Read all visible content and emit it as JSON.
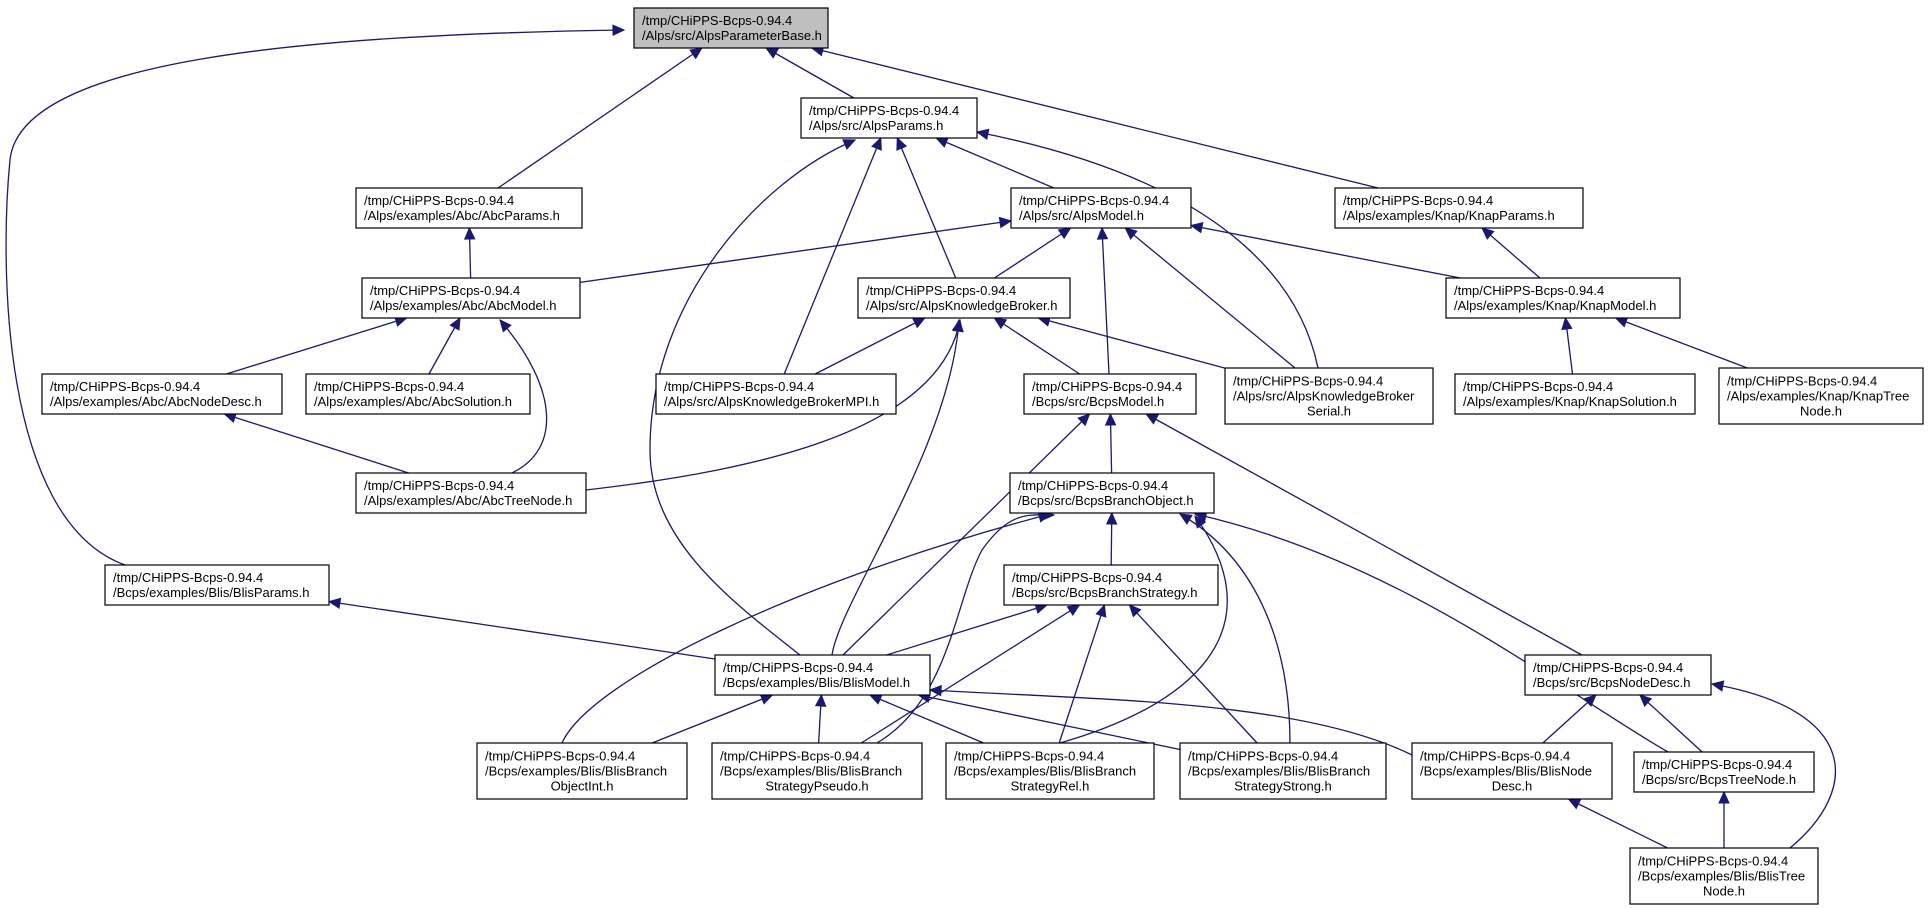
{
  "nodes": [
    {
      "id": "AlpsParameterBase",
      "lines": [
        "/tmp/CHiPPS-Bcps-0.94.4",
        "/Alps/src/AlpsParameterBase.h"
      ],
      "root": true
    },
    {
      "id": "AlpsParams",
      "lines": [
        "/tmp/CHiPPS-Bcps-0.94.4",
        "/Alps/src/AlpsParams.h"
      ]
    },
    {
      "id": "AbcParams",
      "lines": [
        "/tmp/CHiPPS-Bcps-0.94.4",
        "/Alps/examples/Abc/AbcParams.h"
      ]
    },
    {
      "id": "AlpsModel",
      "lines": [
        "/tmp/CHiPPS-Bcps-0.94.4",
        "/Alps/src/AlpsModel.h"
      ]
    },
    {
      "id": "KnapParams",
      "lines": [
        "/tmp/CHiPPS-Bcps-0.94.4",
        "/Alps/examples/Knap/KnapParams.h"
      ]
    },
    {
      "id": "AbcModel",
      "lines": [
        "/tmp/CHiPPS-Bcps-0.94.4",
        "/Alps/examples/Abc/AbcModel.h"
      ]
    },
    {
      "id": "AlpsKnowledgeBroker",
      "lines": [
        "/tmp/CHiPPS-Bcps-0.94.4",
        "/Alps/src/AlpsKnowledgeBroker.h"
      ]
    },
    {
      "id": "KnapModel",
      "lines": [
        "/tmp/CHiPPS-Bcps-0.94.4",
        "/Alps/examples/Knap/KnapModel.h"
      ]
    },
    {
      "id": "AbcNodeDesc",
      "lines": [
        "/tmp/CHiPPS-Bcps-0.94.4",
        "/Alps/examples/Abc/AbcNodeDesc.h"
      ]
    },
    {
      "id": "AbcSolution",
      "lines": [
        "/tmp/CHiPPS-Bcps-0.94.4",
        "/Alps/examples/Abc/AbcSolution.h"
      ]
    },
    {
      "id": "AlpsKnowledgeBrokerMPI",
      "lines": [
        "/tmp/CHiPPS-Bcps-0.94.4",
        "/Alps/src/AlpsKnowledgeBrokerMPI.h"
      ]
    },
    {
      "id": "BcpsModel",
      "lines": [
        "/tmp/CHiPPS-Bcps-0.94.4",
        "/Bcps/src/BcpsModel.h"
      ]
    },
    {
      "id": "AlpsKnowledgeBrokerSerial",
      "lines": [
        "/tmp/CHiPPS-Bcps-0.94.4",
        "/Alps/src/AlpsKnowledgeBroker",
        "Serial.h"
      ]
    },
    {
      "id": "KnapSolution",
      "lines": [
        "/tmp/CHiPPS-Bcps-0.94.4",
        "/Alps/examples/Knap/KnapSolution.h"
      ]
    },
    {
      "id": "KnapTreeNode",
      "lines": [
        "/tmp/CHiPPS-Bcps-0.94.4",
        "/Alps/examples/Knap/KnapTree",
        "Node.h"
      ]
    },
    {
      "id": "AbcTreeNode",
      "lines": [
        "/tmp/CHiPPS-Bcps-0.94.4",
        "/Alps/examples/Abc/AbcTreeNode.h"
      ]
    },
    {
      "id": "BcpsBranchObject",
      "lines": [
        "/tmp/CHiPPS-Bcps-0.94.4",
        "/Bcps/src/BcpsBranchObject.h"
      ]
    },
    {
      "id": "BlisParams",
      "lines": [
        "/tmp/CHiPPS-Bcps-0.94.4",
        "/Bcps/examples/Blis/BlisParams.h"
      ]
    },
    {
      "id": "BcpsBranchStrategy",
      "lines": [
        "/tmp/CHiPPS-Bcps-0.94.4",
        "/Bcps/src/BcpsBranchStrategy.h"
      ]
    },
    {
      "id": "BlisModel",
      "lines": [
        "/tmp/CHiPPS-Bcps-0.94.4",
        "/Bcps/examples/Blis/BlisModel.h"
      ]
    },
    {
      "id": "BcpsNodeDesc",
      "lines": [
        "/tmp/CHiPPS-Bcps-0.94.4",
        "/Bcps/src/BcpsNodeDesc.h"
      ]
    },
    {
      "id": "BlisBranchObjectInt",
      "lines": [
        "/tmp/CHiPPS-Bcps-0.94.4",
        "/Bcps/examples/Blis/BlisBranch",
        "ObjectInt.h"
      ]
    },
    {
      "id": "BlisBranchStrategyPseudo",
      "lines": [
        "/tmp/CHiPPS-Bcps-0.94.4",
        "/Bcps/examples/Blis/BlisBranch",
        "StrategyPseudo.h"
      ]
    },
    {
      "id": "BlisBranchStrategyRel",
      "lines": [
        "/tmp/CHiPPS-Bcps-0.94.4",
        "/Bcps/examples/Blis/BlisBranch",
        "StrategyRel.h"
      ]
    },
    {
      "id": "BlisBranchStrategyStrong",
      "lines": [
        "/tmp/CHiPPS-Bcps-0.94.4",
        "/Bcps/examples/Blis/BlisBranch",
        "StrategyStrong.h"
      ]
    },
    {
      "id": "BlisNodeDesc",
      "lines": [
        "/tmp/CHiPPS-Bcps-0.94.4",
        "/Bcps/examples/Blis/BlisNode",
        "Desc.h"
      ]
    },
    {
      "id": "BcpsTreeNode",
      "lines": [
        "/tmp/CHiPPS-Bcps-0.94.4",
        "/Bcps/src/BcpsTreeNode.h"
      ]
    },
    {
      "id": "BlisTreeNode",
      "lines": [
        "/tmp/CHiPPS-Bcps-0.94.4",
        "/Bcps/examples/Blis/BlisTree",
        "Node.h"
      ]
    }
  ],
  "edges": [
    {
      "from": "AlpsParams",
      "to": "AlpsParameterBase"
    },
    {
      "from": "AbcParams",
      "to": "AlpsParameterBase"
    },
    {
      "from": "KnapParams",
      "to": "AlpsParameterBase"
    },
    {
      "from": "BlisParams",
      "to": "AlpsParameterBase"
    },
    {
      "from": "AlpsModel",
      "to": "AlpsParams"
    },
    {
      "from": "AlpsKnowledgeBroker",
      "to": "AlpsParams"
    },
    {
      "from": "AlpsKnowledgeBrokerMPI",
      "to": "AlpsParams"
    },
    {
      "from": "AlpsKnowledgeBrokerSerial",
      "to": "AlpsParams"
    },
    {
      "from": "BlisModel",
      "to": "AlpsParams"
    },
    {
      "from": "AbcModel",
      "to": "AbcParams"
    },
    {
      "from": "AbcModel",
      "to": "AlpsModel"
    },
    {
      "from": "AlpsKnowledgeBroker",
      "to": "AlpsModel"
    },
    {
      "from": "BcpsModel",
      "to": "AlpsModel"
    },
    {
      "from": "AlpsKnowledgeBrokerSerial",
      "to": "AlpsModel"
    },
    {
      "from": "KnapModel",
      "to": "AlpsModel"
    },
    {
      "from": "KnapModel",
      "to": "KnapParams"
    },
    {
      "from": "AbcNodeDesc",
      "to": "AbcModel"
    },
    {
      "from": "AbcSolution",
      "to": "AbcModel"
    },
    {
      "from": "AbcTreeNode",
      "to": "AbcModel"
    },
    {
      "from": "AlpsKnowledgeBrokerMPI",
      "to": "AlpsKnowledgeBroker"
    },
    {
      "from": "BcpsModel",
      "to": "AlpsKnowledgeBroker"
    },
    {
      "from": "AlpsKnowledgeBrokerSerial",
      "to": "AlpsKnowledgeBroker"
    },
    {
      "from": "AbcTreeNode",
      "to": "AlpsKnowledgeBroker"
    },
    {
      "from": "BlisModel",
      "to": "AlpsKnowledgeBroker"
    },
    {
      "from": "KnapSolution",
      "to": "KnapModel"
    },
    {
      "from": "KnapTreeNode",
      "to": "KnapModel"
    },
    {
      "from": "AbcTreeNode",
      "to": "AbcNodeDesc"
    },
    {
      "from": "BcpsBranchObject",
      "to": "BcpsModel"
    },
    {
      "from": "BlisModel",
      "to": "BcpsModel"
    },
    {
      "from": "BcpsNodeDesc",
      "to": "BcpsModel"
    },
    {
      "from": "BcpsBranchStrategy",
      "to": "BcpsBranchObject"
    },
    {
      "from": "BlisBranchObjectInt",
      "to": "BcpsBranchObject"
    },
    {
      "from": "BlisBranchStrategyPseudo",
      "to": "BcpsBranchObject"
    },
    {
      "from": "BlisBranchStrategyRel",
      "to": "BcpsBranchObject"
    },
    {
      "from": "BlisBranchStrategyStrong",
      "to": "BcpsBranchObject"
    },
    {
      "from": "BcpsTreeNode",
      "to": "BcpsBranchObject"
    },
    {
      "from": "BlisModel",
      "to": "BlisParams"
    },
    {
      "from": "BlisModel",
      "to": "BcpsBranchStrategy"
    },
    {
      "from": "BlisBranchStrategyPseudo",
      "to": "BcpsBranchStrategy"
    },
    {
      "from": "BlisBranchStrategyRel",
      "to": "BcpsBranchStrategy"
    },
    {
      "from": "BlisBranchStrategyStrong",
      "to": "BcpsBranchStrategy"
    },
    {
      "from": "BlisBranchObjectInt",
      "to": "BlisModel"
    },
    {
      "from": "BlisBranchStrategyPseudo",
      "to": "BlisModel"
    },
    {
      "from": "BlisBranchStrategyRel",
      "to": "BlisModel"
    },
    {
      "from": "BlisBranchStrategyStrong",
      "to": "BlisModel"
    },
    {
      "from": "BlisNodeDesc",
      "to": "BlisModel"
    },
    {
      "from": "BlisNodeDesc",
      "to": "BcpsNodeDesc"
    },
    {
      "from": "BcpsTreeNode",
      "to": "BcpsNodeDesc"
    },
    {
      "from": "BlisTreeNode",
      "to": "BcpsNodeDesc"
    },
    {
      "from": "BlisTreeNode",
      "to": "BlisNodeDesc"
    },
    {
      "from": "BlisTreeNode",
      "to": "BcpsTreeNode"
    }
  ]
}
